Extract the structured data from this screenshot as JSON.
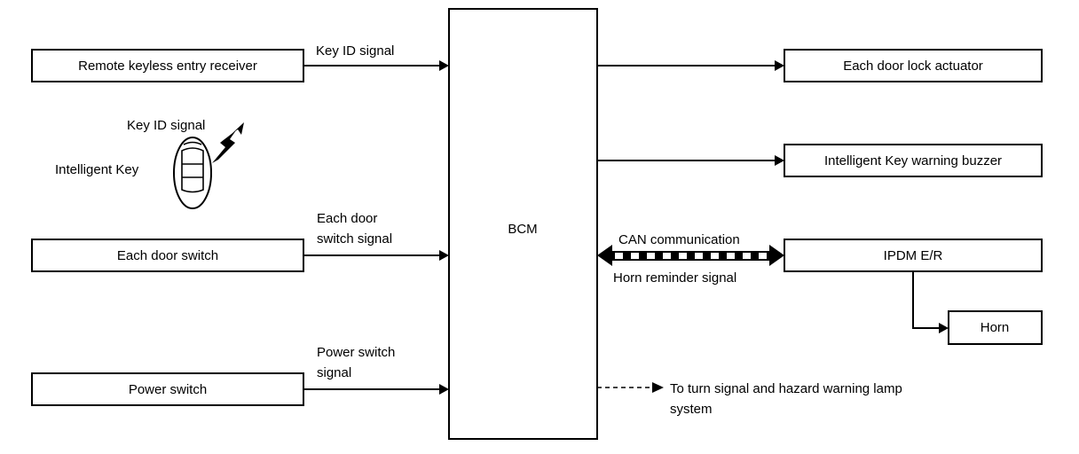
{
  "diagram": {
    "title": "Intelligent Key / BCM system block diagram",
    "colors": {
      "stroke": "#000000",
      "background": "#ffffff",
      "fill": "#ffffff"
    },
    "nodes": {
      "remote_receiver": {
        "label": "Remote keyless entry receiver"
      },
      "intelligent_key": {
        "label": "Intelligent Key"
      },
      "each_door_switch": {
        "label": "Each door switch"
      },
      "power_switch": {
        "label": "Power switch"
      },
      "bcm": {
        "label": "BCM"
      },
      "door_lock_actuator": {
        "label": "Each door lock actuator"
      },
      "warning_buzzer": {
        "label": "Intelligent Key warning buzzer"
      },
      "ipdm_er": {
        "label": "IPDM E/R"
      },
      "horn": {
        "label": "Horn"
      }
    },
    "signals": {
      "key_id_signal_receiver": "Key ID signal",
      "key_id_signal_fob": "Key ID signal",
      "door_switch_signal_line1": "Each door",
      "door_switch_signal_line2": "switch signal",
      "power_switch_signal_line1": "Power switch",
      "power_switch_signal_line2": "signal",
      "can_communication": "CAN communication",
      "horn_reminder_signal": "Horn reminder signal",
      "turn_signal_line1": "To turn signal and hazard warning lamp",
      "turn_signal_line2": "system"
    },
    "icons": {
      "key_fob": "key-fob-icon",
      "rf_bolt": "rf-lightning-bolt-icon",
      "can_bus": "can-bus-bidirectional-arrow-icon"
    }
  }
}
